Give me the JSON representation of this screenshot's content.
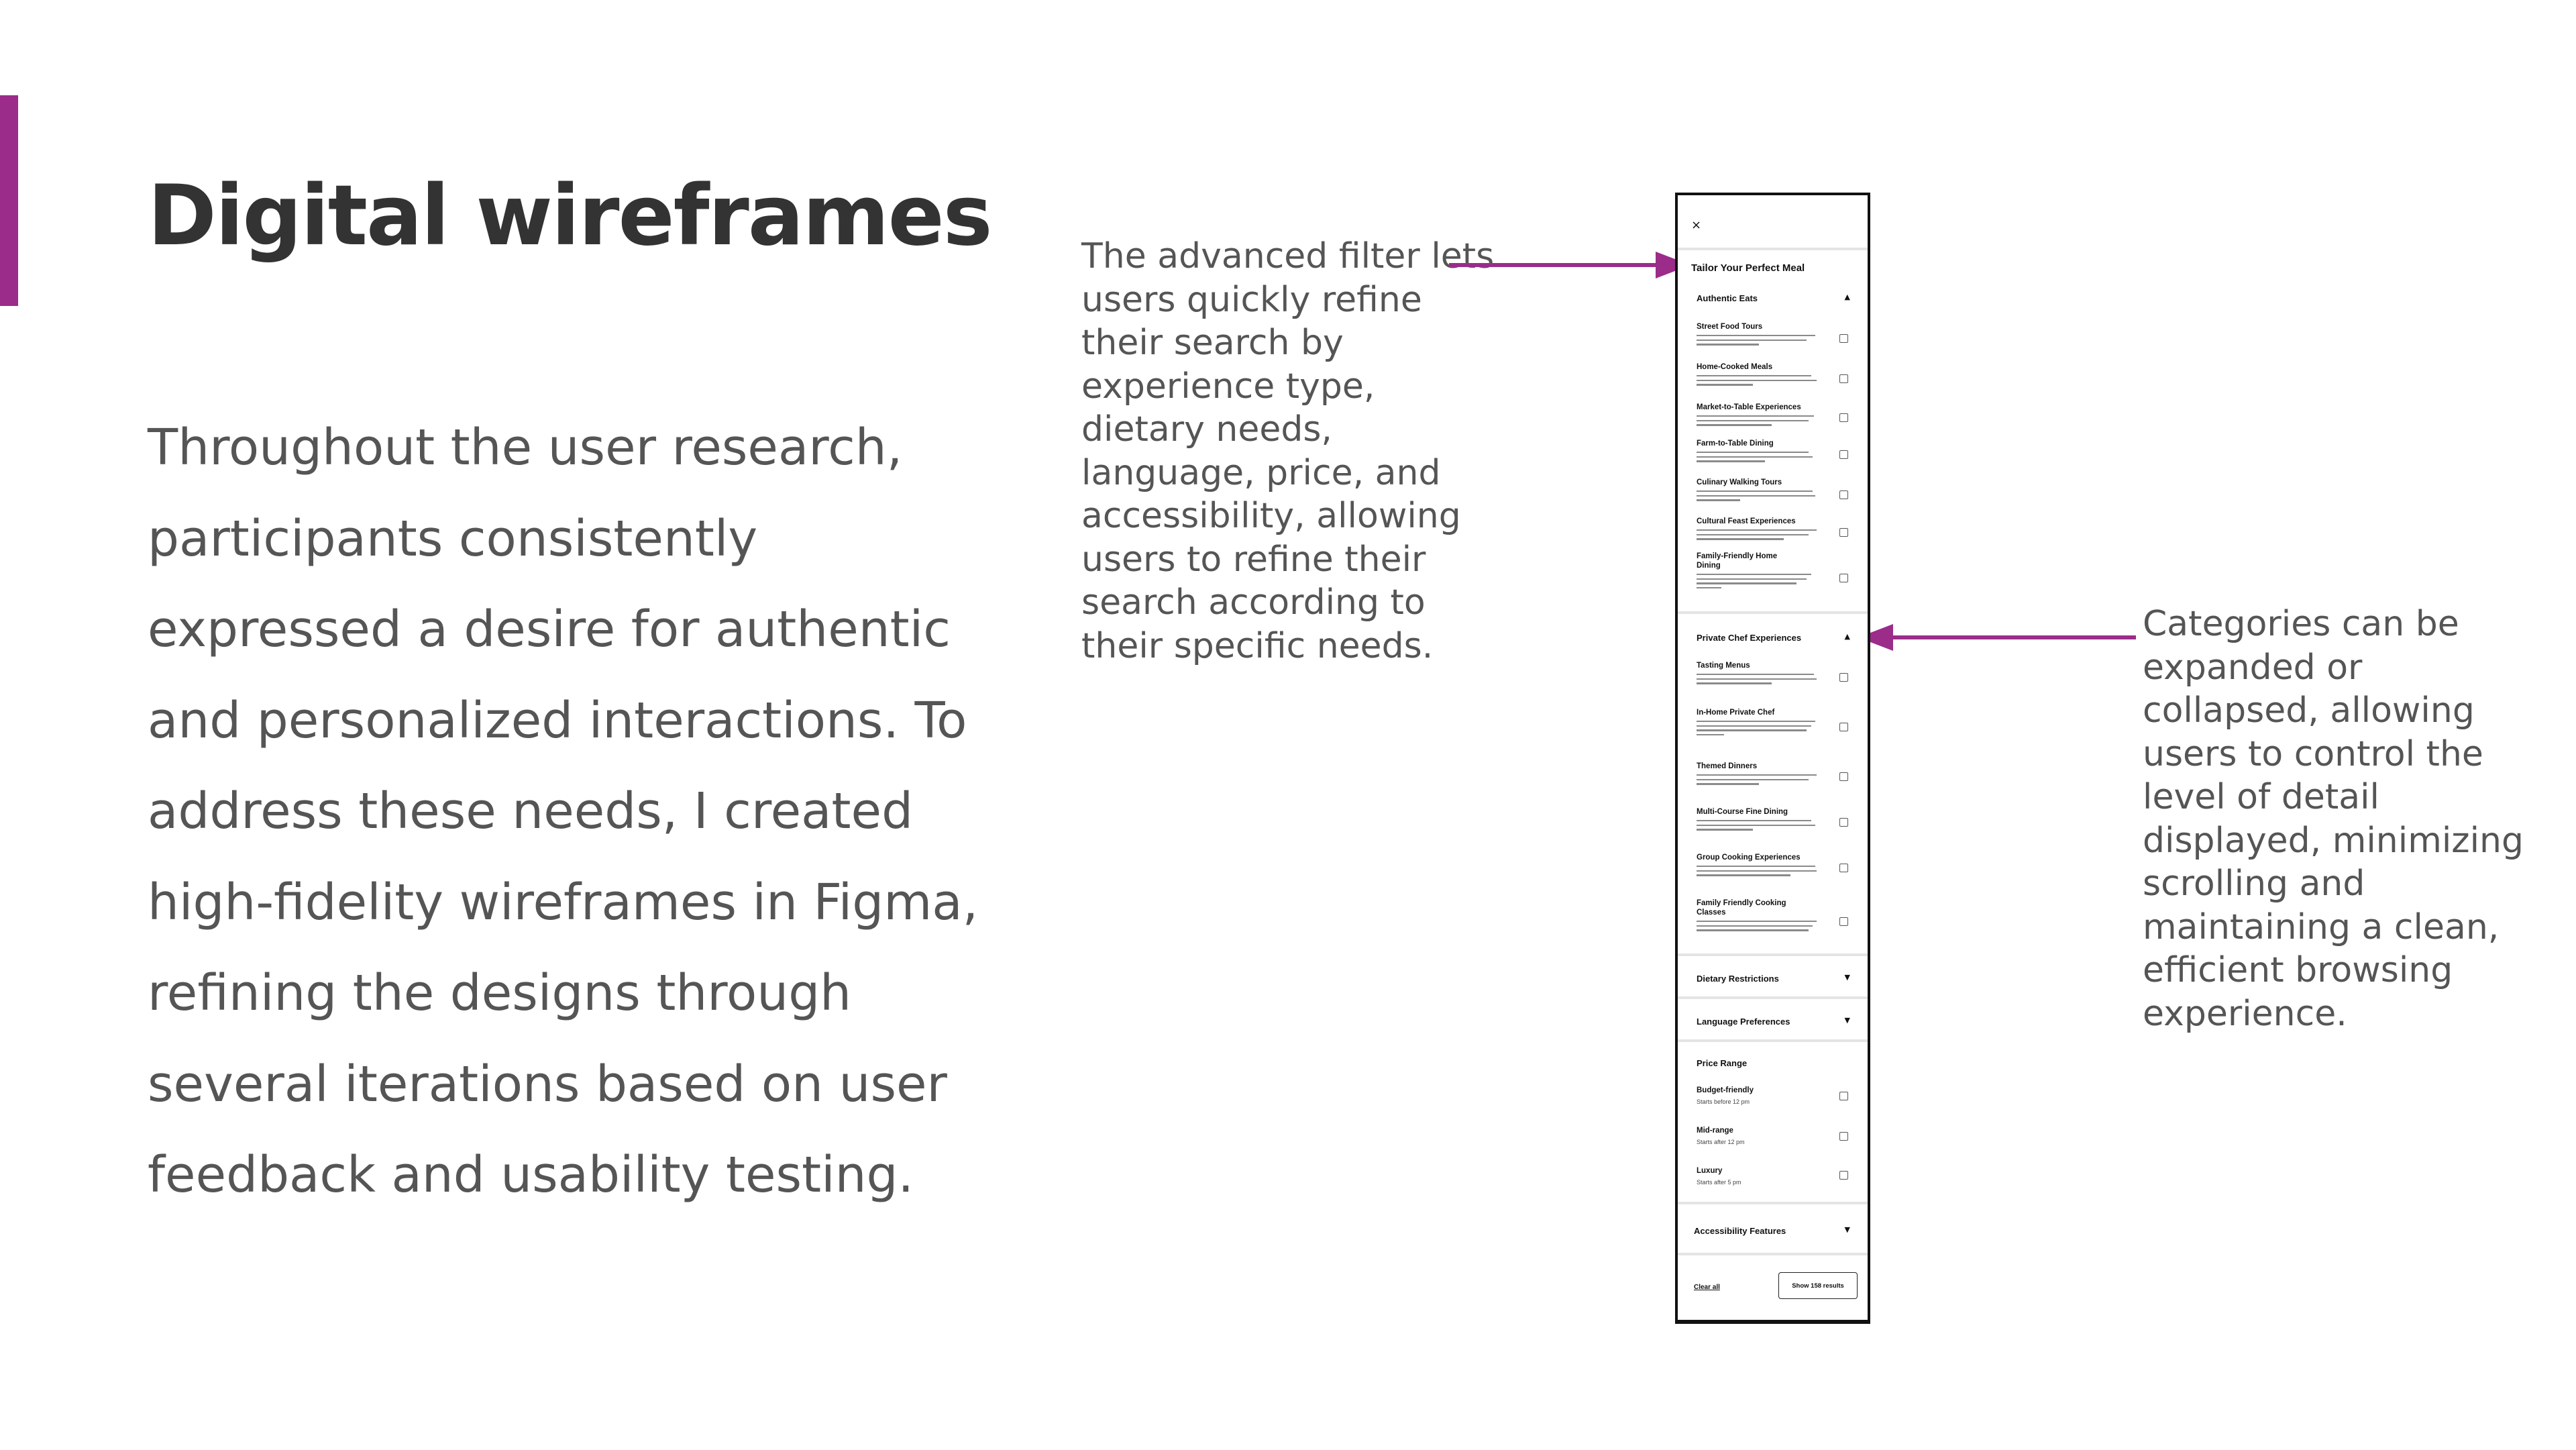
{
  "slide": {
    "title": "Digital wireframes",
    "body": "Throughout the user research, participants consistently expressed a desire for authentic and personalized interactions. To address these needs, I created high-fidelity wireframes in Figma, refining the designs through several iterations based on user feedback and usability testing.",
    "accent_color": "#9b2c8a"
  },
  "annotations": {
    "left": "The advanced filter lets users quickly refine their search by experience type, dietary needs, language, price, and accessibility, allowing users to refine their search according to their specific needs.",
    "right": "Categories can be expanded or collapsed, allowing users to control the level of detail displayed, minimizing scrolling and maintaining a clean, efficient browsing experience."
  },
  "wireframe": {
    "close_icon": "×",
    "title": "Tailor Your Perfect Meal",
    "sections": {
      "authentic": {
        "label": "Authentic Eats",
        "items": [
          {
            "title": "Street Food Tours"
          },
          {
            "title": "Home-Cooked Meals"
          },
          {
            "title": "Market-to-Table Experiences"
          },
          {
            "title": "Farm-to-Table Dining"
          },
          {
            "title": "Culinary Walking Tours"
          },
          {
            "title": "Cultural Feast Experiences"
          },
          {
            "title": "Family-Friendly Home",
            "title2": "Dining"
          }
        ]
      },
      "private": {
        "label": "Private Chef Experiences",
        "items": [
          {
            "title": "Tasting Menus"
          },
          {
            "title": "In-Home Private Chef"
          },
          {
            "title": "Themed Dinners"
          },
          {
            "title": "Multi-Course Fine Dining"
          },
          {
            "title": "Group Cooking Experiences"
          },
          {
            "title": "Family Friendly Cooking",
            "title2": "Classes"
          }
        ]
      },
      "dietary": {
        "label": "Dietary Restrictions"
      },
      "language": {
        "label": "Language Preferences"
      },
      "price": {
        "label": "Price Range",
        "items": [
          {
            "title": "Budget-friendly",
            "sub": "Starts before 12 pm"
          },
          {
            "title": "Mid-range",
            "sub": "Starts after 12 pm"
          },
          {
            "title": "Luxury",
            "sub": "Starts after 5 pm"
          }
        ]
      },
      "accessibility": {
        "label": "Accessibility Features"
      }
    },
    "clear_label": "Clear all",
    "show_label": "Show 158 results",
    "caret_up_icon": "chevron-up-icon",
    "caret_down_icon": "chevron-down-icon"
  }
}
